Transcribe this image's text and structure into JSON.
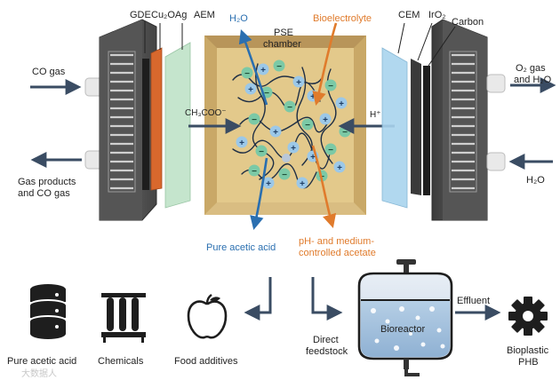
{
  "labels": {
    "gde": "GDE",
    "cu2oag": "Cu₂OAg",
    "aem": "AEM",
    "h2o_top": "H₂O",
    "pse_line1": "PSE",
    "pse_line2": "chamber",
    "bioelectrolyte": "Bioelectrolyte",
    "cem": "CEM",
    "iro2": "IrO₂",
    "carbon": "Carbon",
    "co_gas": "CO gas",
    "gas_products_line1": "Gas products",
    "gas_products_line2": "and CO gas",
    "o2_line1": "O₂ gas",
    "o2_line2": "and H₂O",
    "h2o_right": "H₂O",
    "acetate": "CH₃COO⁻",
    "proton": "H⁺",
    "pure_acetic_acid": "Pure acetic acid",
    "ph_line1": "pH- and medium-",
    "ph_line2": "controlled acetate",
    "direct_line1": "Direct",
    "direct_line2": "feedstock",
    "bioreactor": "Bioreactor",
    "effluent": "Effluent",
    "bioplastic_line1": "Bioplastic",
    "bioplastic_line2": "PHB",
    "bottom_pure_acetic_acid": "Pure acetic acid",
    "chemicals": "Chemicals",
    "food_additives": "Food additives",
    "watermark": "大数据人"
  },
  "colors": {
    "water_blue": "#2a6fb0",
    "bio_orange": "#e07b2c",
    "arrow_navy": "#3a4c63",
    "chamber_tan": "#e3c98b",
    "chamber_frame": "#c9a867",
    "cu2oag_orange": "#d8682d",
    "aem_green": "#bfe3c8",
    "cem_blue": "#a9d4ee",
    "plate_dark": "#4d4d4d",
    "ion_green": "#7bc9a6",
    "ion_blue": "#9cc8e8"
  },
  "icons": {
    "database": "database-icon",
    "test_tubes": "test-tubes-icon",
    "apple": "apple-icon",
    "gear": "gear-icon"
  }
}
